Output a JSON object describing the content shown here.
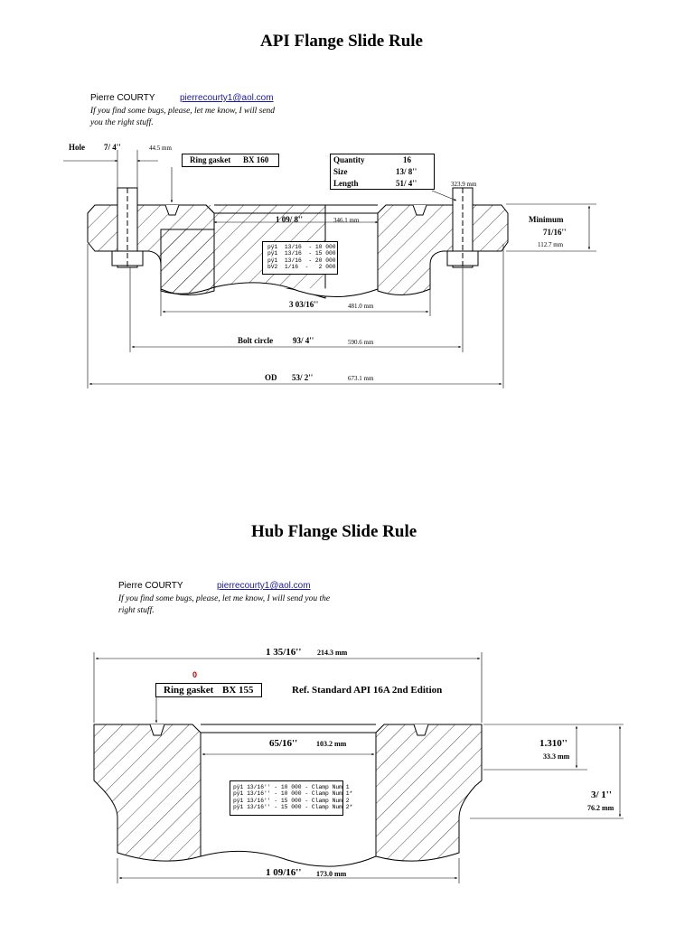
{
  "api": {
    "title": "API Flange Slide Rule",
    "author": "Pierre COURTY",
    "email": "pierrecourty1@aol.com",
    "note": "If you find some bugs, please, let me know, I will send you the right stuff.",
    "hole": {
      "label": "Hole",
      "inch": "7/ 4''",
      "mm": "44.5 mm"
    },
    "ring_gasket": {
      "label": "Ring gasket",
      "value": "BX 160"
    },
    "quantity": {
      "label": "Quantity",
      "value": "16"
    },
    "size": {
      "label": "Size",
      "value": "13/ 8''"
    },
    "length": {
      "label": "Length",
      "value": "51/ 4''"
    },
    "bolt_mm": "323.9 mm",
    "minimum": {
      "label": "Minimum",
      "inch": "71/16''",
      "mm": "112.7 mm"
    },
    "bore": {
      "inch": "1 09/ 8''",
      "mm": "346.1 mm"
    },
    "specs": [
      "pÿ1  13/16  - 10 000",
      "pÿ1  13/16  - 15 000",
      "pÿ1  13/16  - 20 000",
      "bV2  1/16  -   2 000"
    ],
    "raised_face": {
      "inch": "3 03/16''",
      "mm": "481.0 mm"
    },
    "bolt_circle": {
      "label": "Bolt circle",
      "inch": "93/ 4''",
      "mm": "590.6 mm"
    },
    "od": {
      "label": "OD",
      "inch": "53/ 2''",
      "mm": "673.1 mm"
    }
  },
  "hub": {
    "title": "Hub Flange Slide Rule",
    "author": "Pierre COURTY",
    "email": "pierrecourty1@aol.com",
    "note": "If you find some bugs, please, let me know, I will send you the right stuff.",
    "top_dim": {
      "inch": "1 35/16''",
      "mm": "214.3 mm"
    },
    "zero": "0",
    "ring_gasket": {
      "label": "Ring gasket",
      "value": "BX 155"
    },
    "ref": "Ref. Standard API 16A 2nd Edition",
    "bore": {
      "inch": "65/16''",
      "mm": "103.2 mm"
    },
    "thickness": {
      "inch": "1.310''",
      "mm": "33.3 mm"
    },
    "height": {
      "inch": "3/ 1''",
      "mm": "76.2 mm"
    },
    "specs": [
      "pÿ1 13/16'' - 10 000 - Clamp Num 1",
      "pÿ1 13/16'' - 10 000 - Clamp Num 1*",
      "pÿ1 13/16'' - 15 000 - Clamp Num 2",
      "pÿ1 13/16'' - 15 000 - Clamp Num 2*"
    ],
    "bottom_dim": {
      "inch": "1 09/16''",
      "mm": "173.0 mm"
    }
  },
  "colors": {
    "link": "#1a1aa8",
    "accent_zero": "#cc0000"
  }
}
